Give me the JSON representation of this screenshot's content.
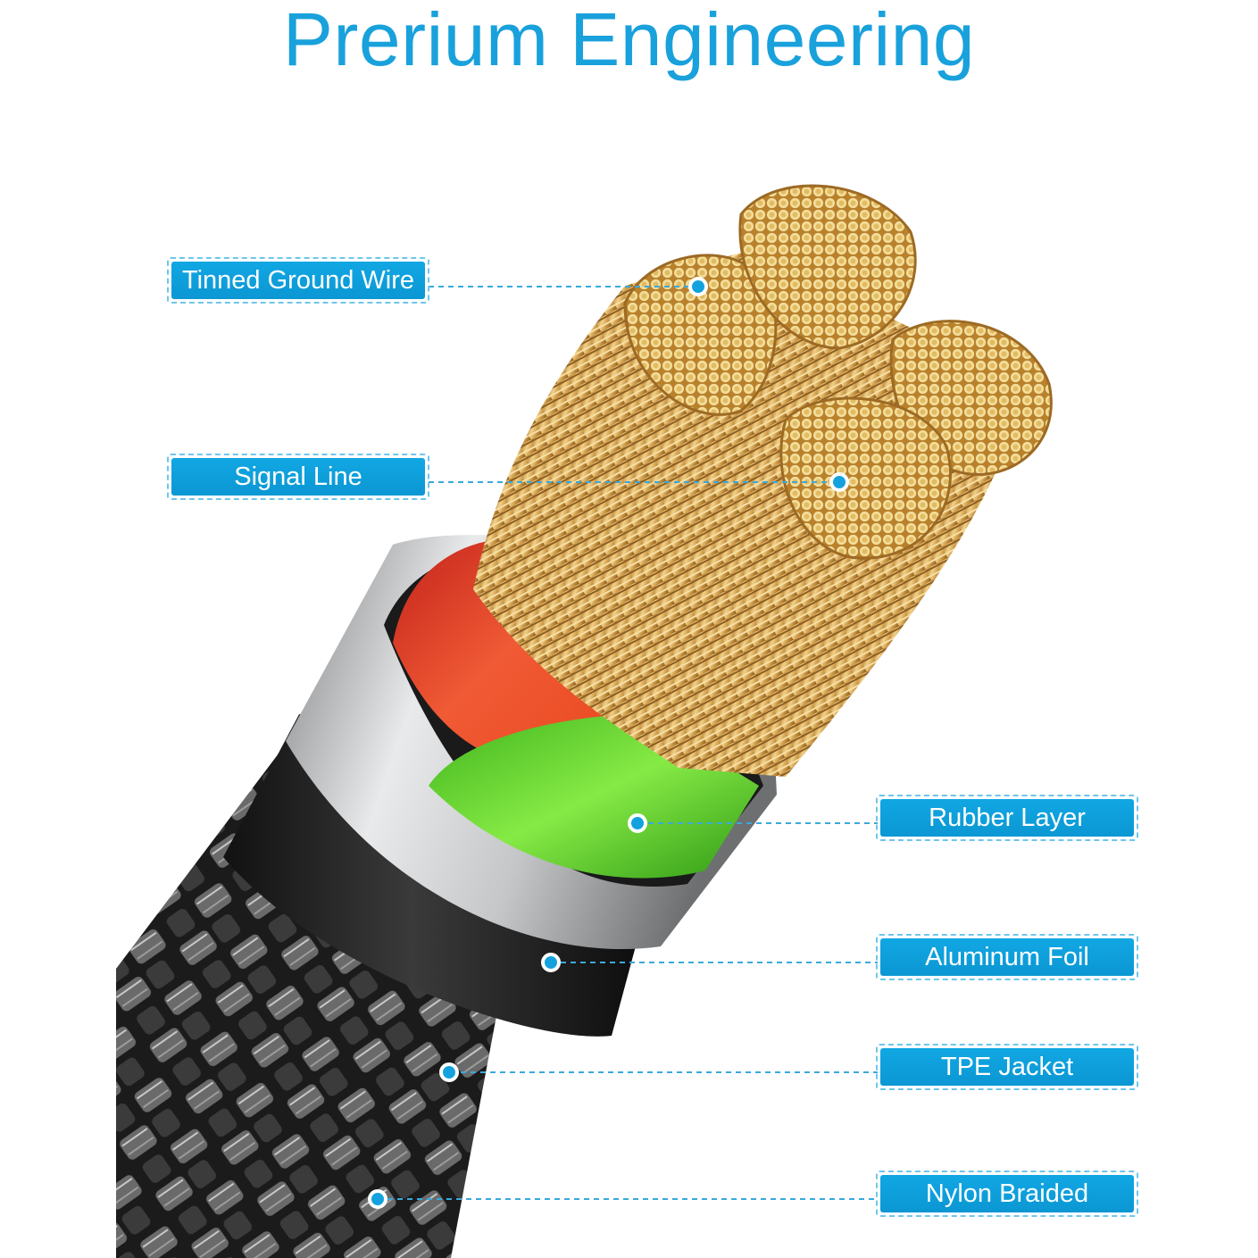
{
  "title": "Prerium Engineering",
  "colors": {
    "accent": "#19a1dc",
    "label_bg": "#0b9ed8",
    "label_text": "#ffffff",
    "copper": "#e2b35a",
    "red_insulation": "#e8412a",
    "green_insulation": "#5fd22c",
    "foil": "#c9cbcd",
    "jacket": "#2a2a2a",
    "braid": "#9a9a9a"
  },
  "labels": {
    "tinned_ground_wire": "Tinned Ground Wire",
    "signal_line": "Signal Line",
    "rubber_layer": "Rubber Layer",
    "aluminum_foil": "Aluminum Foil",
    "tpe_jacket": "TPE Jacket",
    "nylon_braided": "Nylon Braided"
  }
}
